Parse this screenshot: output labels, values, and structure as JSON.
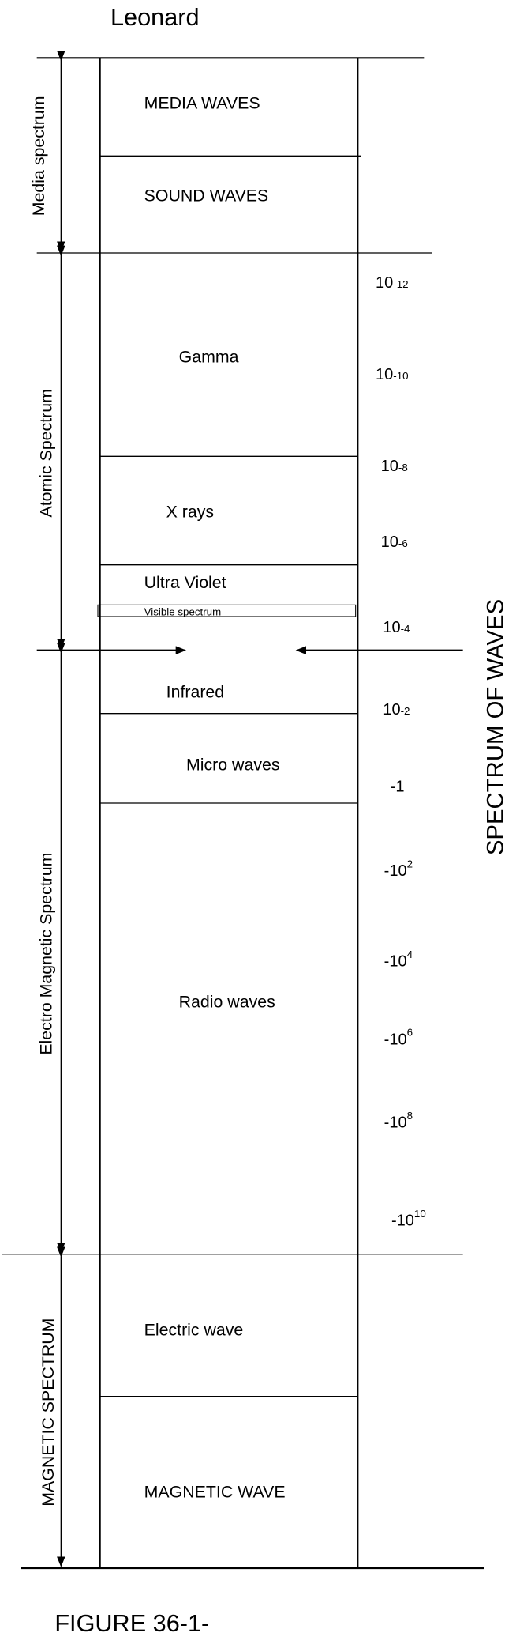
{
  "author": "Leonard",
  "figure_caption": "FIGURE 36-1-",
  "side_title": "SPECTRUM OF WAVES",
  "spectrum_groups": [
    {
      "label": "Media spectrum"
    },
    {
      "label": "Atomic Spectrum"
    },
    {
      "label": "Electro Magnetic Spectrum"
    },
    {
      "label": "MAGNETIC SPECTRUM"
    }
  ],
  "bands": {
    "media_waves": "MEDIA WAVES",
    "sound_waves": "SOUND WAVES",
    "gamma": "Gamma",
    "x_rays": "X rays",
    "ultra_violet": "Ultra Violet",
    "visible_spectrum": "Visible spectrum",
    "infrared": "Infrared",
    "micro_waves": "Micro waves",
    "radio_waves": "Radio waves",
    "electric_wave": "Electric wave",
    "magnetic_wave": "MAGNETIC WAVE"
  },
  "scale": [
    {
      "base": "10",
      "exp": "-12"
    },
    {
      "base": "10",
      "exp": "-10"
    },
    {
      "base": "10",
      "exp": "-8"
    },
    {
      "base": "10",
      "exp": "-6"
    },
    {
      "base": "10",
      "exp": "-4"
    },
    {
      "base": "10",
      "exp": "-2"
    },
    {
      "base": "-1",
      "exp": ""
    },
    {
      "base": "-10",
      "exp": "2"
    },
    {
      "base": "-10",
      "exp": "4"
    },
    {
      "base": "-10",
      "exp": "6"
    },
    {
      "base": "-10",
      "exp": "8"
    },
    {
      "base": "-10",
      "exp": "10"
    }
  ]
}
